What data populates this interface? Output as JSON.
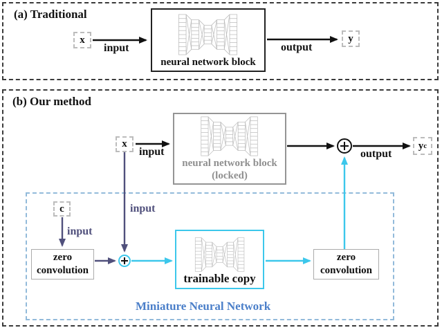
{
  "panel_a": {
    "title": "(a) Traditional",
    "x_label": "x",
    "input_label": "input",
    "block_label": "neural network block",
    "output_label": "output",
    "y_label": "y"
  },
  "panel_b": {
    "title": "(b) Our method",
    "x_label": "x",
    "input_label_top": "input",
    "locked_block_line1": "neural network block",
    "locked_block_line2": "(locked)",
    "output_label": "output",
    "yc_base": "y",
    "yc_sub": "c",
    "input_label_x_branch": "input",
    "c_label": "c",
    "input_label_c_branch": "input",
    "zero_conv_left_line1": "zero",
    "zero_conv_left_line2": "convolution",
    "trainable_copy_label": "trainable copy",
    "zero_conv_right_line1": "zero",
    "zero_conv_right_line2": "convolution",
    "miniature_label": "Miniature Neural Network"
  },
  "icons": {
    "add_circle_black": "circled plus (black)",
    "add_circle_cyan": "circled plus (cyan)",
    "nn_glyph": "autoencoder layer stack"
  },
  "colors": {
    "black_flow": "#111111",
    "purple_flow": "#50507c",
    "cyan_flow": "#3cc7eb",
    "locked_gray": "#8f8f8f",
    "miniature_dash": "#92bada",
    "miniature_label_blue": "#4b7fc9"
  }
}
